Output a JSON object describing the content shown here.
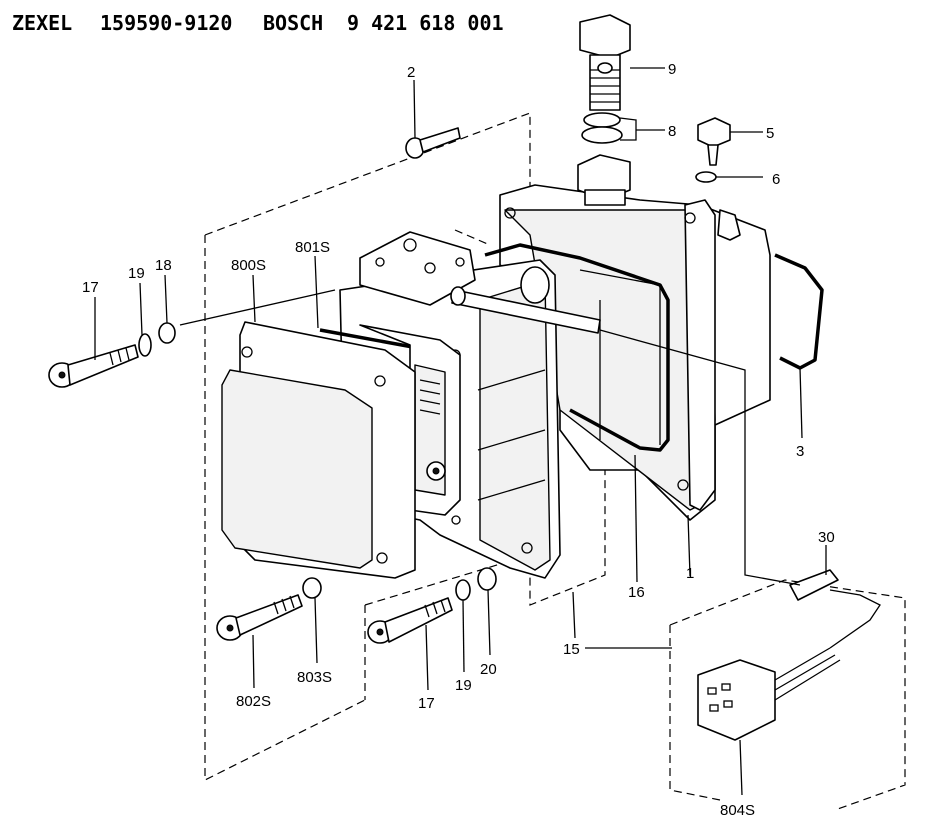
{
  "header": {
    "brand1": "ZEXEL",
    "code1": "159590-9120",
    "brand2": "BOSCH",
    "code2": "9 421 618 001"
  },
  "callouts": {
    "p2": "2",
    "p9": "9",
    "p8": "8",
    "p5": "5",
    "p6": "6",
    "p3": "3",
    "p17a": "17",
    "p19a": "19",
    "p18": "18",
    "p800s": "800S",
    "p801s": "801S",
    "p16": "16",
    "p1": "1",
    "p15": "15",
    "p30": "30",
    "p802s": "802S",
    "p803s": "803S",
    "p17b": "17",
    "p19b": "19",
    "p20": "20",
    "p804s": "804S"
  }
}
